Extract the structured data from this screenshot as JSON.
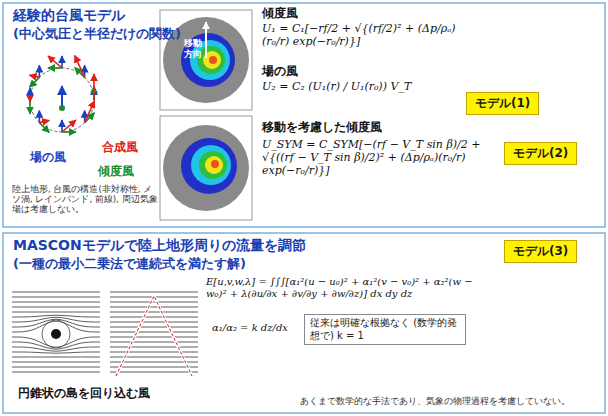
{
  "diagram": {
    "nodes": [
      {
        "text": [
          "経験的台風モデル",
          "(中心気圧と半径だけの関数)"
        ]
      },
      {
        "text": [
          "モデル(1)"
        ],
        "in": 0
      },
      {
        "text": [
          "モデル(2)"
        ],
        "in": 0
      },
      {
        "text": [
          "MASCONモデルで陸上地形周りの流量を調節",
          "(一種の最小二乗法で連続式を満たす解)"
        ]
      },
      {
        "text": [
          "モデル(3)"
        ],
        "in": 3
      },
      {
        "text": [
          "従来は明確な根拠なく (数学的発想で) k = 1"
        ],
        "in": 3
      }
    ],
    "labels": [
      "合成風",
      "場の風",
      "傾度風",
      "陸上地形, 台風の構造(非対称性, メソ渦, レインバンド, 前線), 周辺気象場は考慮しない。",
      "移動方向",
      "傾度風",
      "U₁ = C₁[−rf/2 + √{(rf/2)² + (Δp/ρₐ)(r₀/r) exp(−r₀/r)}]",
      "場の風",
      "U₂ = C₂ (U₁(r) / U₁(r₀)) V_T",
      "移動を考慮した傾度風",
      "U_SYM = C_SYM[−(rf − V_T sin β)/2 + √{((rf − V_T sin β)/2)² + (Δp/ρₐ)(r₀/r) exp(−r₀/r)}]",
      "E[u,v,w,λ] = ∫∫∫[α₁²(u − u₀)² + α₁²(v − v₀)² + α₂²(w − w₀)² + λ(∂u/∂x + ∂v/∂y + ∂w/∂z)] dx dy dz",
      "α₁/α₂ = k dz/dx",
      "円錐状の島を回り込む風",
      "あくまで数学的な手法であり、気象の物理過程を考慮していない。"
    ]
  }
}
